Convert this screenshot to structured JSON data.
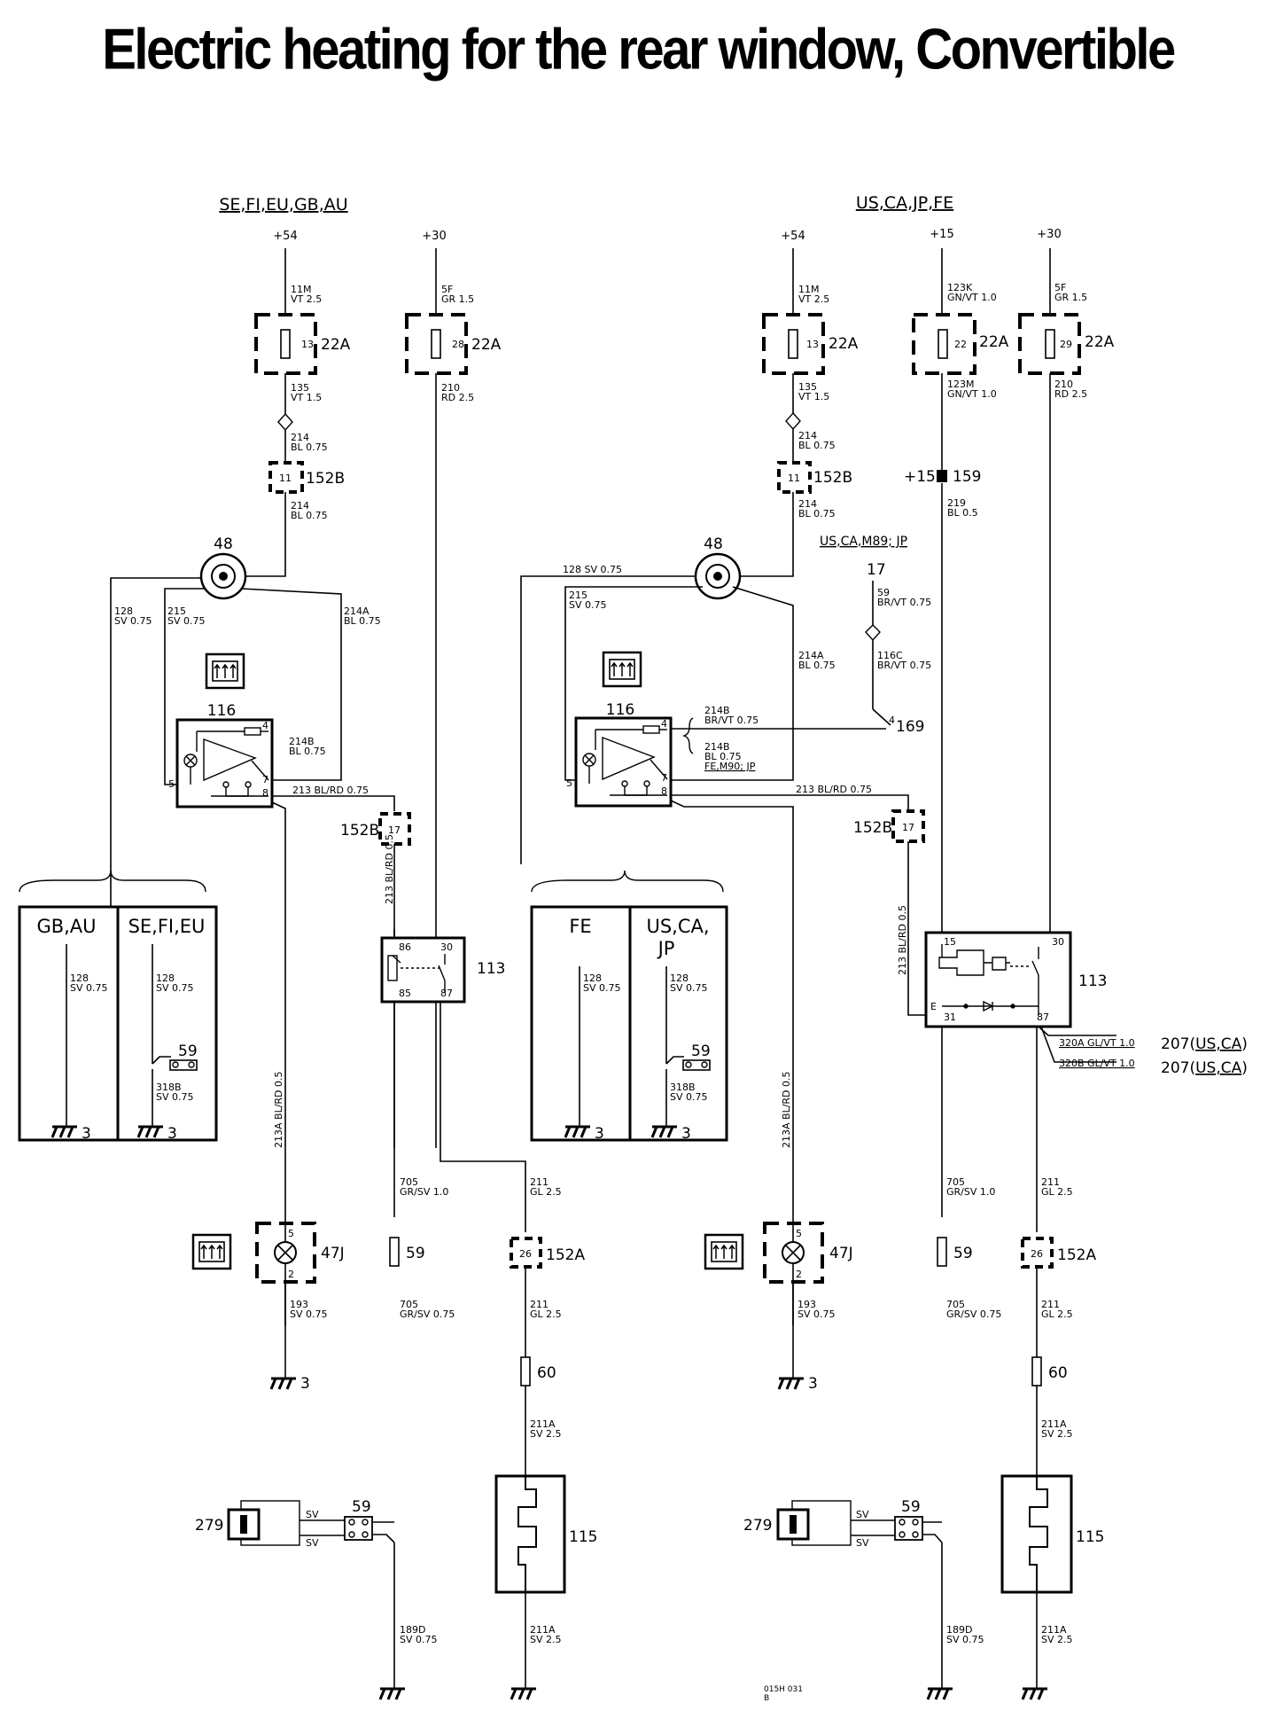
{
  "title": "Electric heating for the rear window, Convertible",
  "left": {
    "market": "SE,FI,EU,GB,AU",
    "sup54": "+54",
    "sup30": "+30",
    "w11m": [
      "11M",
      "VT 2.5"
    ],
    "w5f": [
      "5F",
      "GR 1.5"
    ],
    "fuse13": "13",
    "fuse28": "28",
    "amp1": "22A",
    "amp2": "22A",
    "w135": [
      "135",
      "VT 1.5"
    ],
    "w210": [
      "210",
      "RD 2.5"
    ],
    "w214a": [
      "214",
      "BL 0.75"
    ],
    "w214b": [
      "214",
      "BL 0.75"
    ],
    "conn11": "11",
    "c152b": "152B",
    "c48": "48",
    "w128": [
      "128",
      "SV 0.75"
    ],
    "w215": [
      "215",
      "SV 0.75"
    ],
    "w214A": [
      "214A",
      "BL 0.75"
    ],
    "c116": "116",
    "w214B": [
      "214B",
      "BL 0.75"
    ],
    "p4": "4",
    "p5": "5",
    "p7": "7",
    "p8": "8",
    "w213": "213 BL/RD 0.75",
    "c152b2": "152B",
    "conn17": "17",
    "w213v": "213 BL/RD 0.5",
    "relay": [
      "86",
      "30",
      "85",
      "87"
    ],
    "c113": "113",
    "var1": "GB,AU",
    "var2": "SE,FI,EU",
    "w128a": [
      "128",
      "SV 0.75"
    ],
    "w128b": [
      "128",
      "SV 0.75"
    ],
    "c59a": "59",
    "w318b": [
      "318B",
      "SV 0.75"
    ],
    "gnd3a": "3",
    "gnd3b": "3",
    "w213A": "213A BL/RD 0.5",
    "w705a": [
      "705",
      "GR/SV 1.0"
    ],
    "w211a": [
      "211",
      "GL 2.5"
    ],
    "c47j": "47J",
    "lp5": "5",
    "lp2": "2",
    "c59b": "59",
    "conn26": "26",
    "c152a": "152A",
    "w193": [
      "193",
      "SV 0.75"
    ],
    "w705b": [
      "705",
      "GR/SV 0.75"
    ],
    "w211b": [
      "211",
      "GL 2.5"
    ],
    "gnd3c": "3",
    "c60": "60",
    "w211A": [
      "211A",
      "SV 2.5"
    ],
    "c279": "279",
    "c59c": "59",
    "sv1": "SV",
    "sv2": "SV",
    "c115": "115",
    "w189d": [
      "189D",
      "SV 0.75"
    ],
    "w211A2": [
      "211A",
      "SV 2.5"
    ]
  },
  "right": {
    "market": "US,CA,JP,FE",
    "sup54": "+54",
    "sup15": "+15",
    "sup30": "+30",
    "w11m": [
      "11M",
      "VT 2.5"
    ],
    "w123k": [
      "123K",
      "GN/VT 1.0"
    ],
    "w5f": [
      "5F",
      "GR 1.5"
    ],
    "fuse13": "13",
    "fuse22": "22",
    "fuse29": "29",
    "amp1": "22A",
    "amp2": "22A",
    "amp3": "22A",
    "w135": [
      "135",
      "VT 1.5"
    ],
    "w123m": [
      "123M",
      "GN/VT 1.0"
    ],
    "w210": [
      "210",
      "RD 2.5"
    ],
    "w214a": [
      "214",
      "BL 0.75"
    ],
    "conn11": "11",
    "c152b": "152B",
    "p15": "+15",
    "c159": "159",
    "w214b": [
      "214",
      "BL 0.75"
    ],
    "w219": [
      "219",
      "BL 0.5"
    ],
    "w128": "128 SV 0.75",
    "c48": "48",
    "note89": "US,CA,M89; JP",
    "c17": "17",
    "w59": [
      "59",
      "BR/VT 0.75"
    ],
    "w215": [
      "215",
      "SV 0.75"
    ],
    "w214A": [
      "214A",
      "BL 0.75"
    ],
    "w116c": [
      "116C",
      "BR/VT 0.75"
    ],
    "c116": "116",
    "w214B1": [
      "214B",
      "BR/VT 0.75"
    ],
    "p4b": "4",
    "c169": "169",
    "w214B2": [
      "214B",
      "BL 0.75",
      "FE,M90; JP"
    ],
    "p4": "4",
    "p5": "5",
    "p7": "7",
    "p8": "8",
    "w213": "213 BL/RD 0.75",
    "c152b2": "152B",
    "conn17": "17",
    "w213v": "213 BL/RD 0.5",
    "relay": [
      "15",
      "30",
      "E",
      "31",
      "87"
    ],
    "c113": "113",
    "w320a": "320A GL/VT 1.0",
    "w320b": "320B GL/VT 1.0",
    "c207a": "207(",
    "c207a_u": "US,CA",
    "c207a_e": ")",
    "c207b": "207(",
    "c207b_u": "US,CA",
    "c207b_e": ")",
    "var1": "FE",
    "var2a": "US,CA,",
    "var2b": "JP",
    "w128a": [
      "128",
      "SV 0.75"
    ],
    "w128b": [
      "128",
      "SV 0.75"
    ],
    "c59a": "59",
    "w318b": [
      "318B",
      "SV 0.75"
    ],
    "gnd3a": "3",
    "gnd3b": "3",
    "w213A": "213A BL/RD 0.5",
    "w705a": [
      "705",
      "GR/SV 1.0"
    ],
    "w211a": [
      "211",
      "GL 2.5"
    ],
    "c47j": "47J",
    "lp5": "5",
    "lp2": "2",
    "c59b": "59",
    "conn26": "26",
    "c152a": "152A",
    "w193": [
      "193",
      "SV 0.75"
    ],
    "w705b": [
      "705",
      "GR/SV 0.75"
    ],
    "w211b": [
      "211",
      "GL 2.5"
    ],
    "gnd3c": "3",
    "c60": "60",
    "w211A": [
      "211A",
      "SV 2.5"
    ],
    "c279": "279",
    "c59c": "59",
    "sv1": "SV",
    "sv2": "SV",
    "c115": "115",
    "w189d": [
      "189D",
      "SV 0.75"
    ],
    "w211A2": [
      "211A",
      "SV 2.5"
    ]
  },
  "footer": [
    "015H 031",
    "B"
  ]
}
